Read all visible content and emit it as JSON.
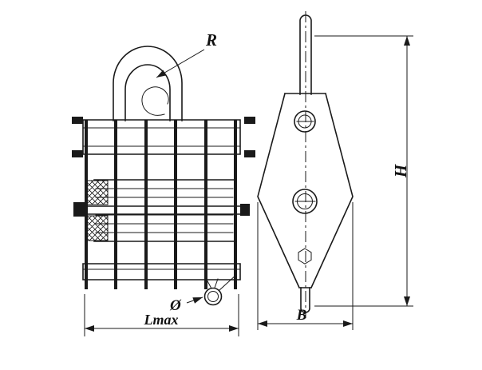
{
  "drawing": {
    "front_view": {
      "labels": {
        "radius": "R",
        "diameter": "Ø",
        "length_max": "Lmax"
      }
    },
    "side_view": {
      "labels": {
        "height": "H",
        "width": "B"
      }
    },
    "colors": {
      "line": "#1a1a1a",
      "background": "#ffffff"
    }
  }
}
